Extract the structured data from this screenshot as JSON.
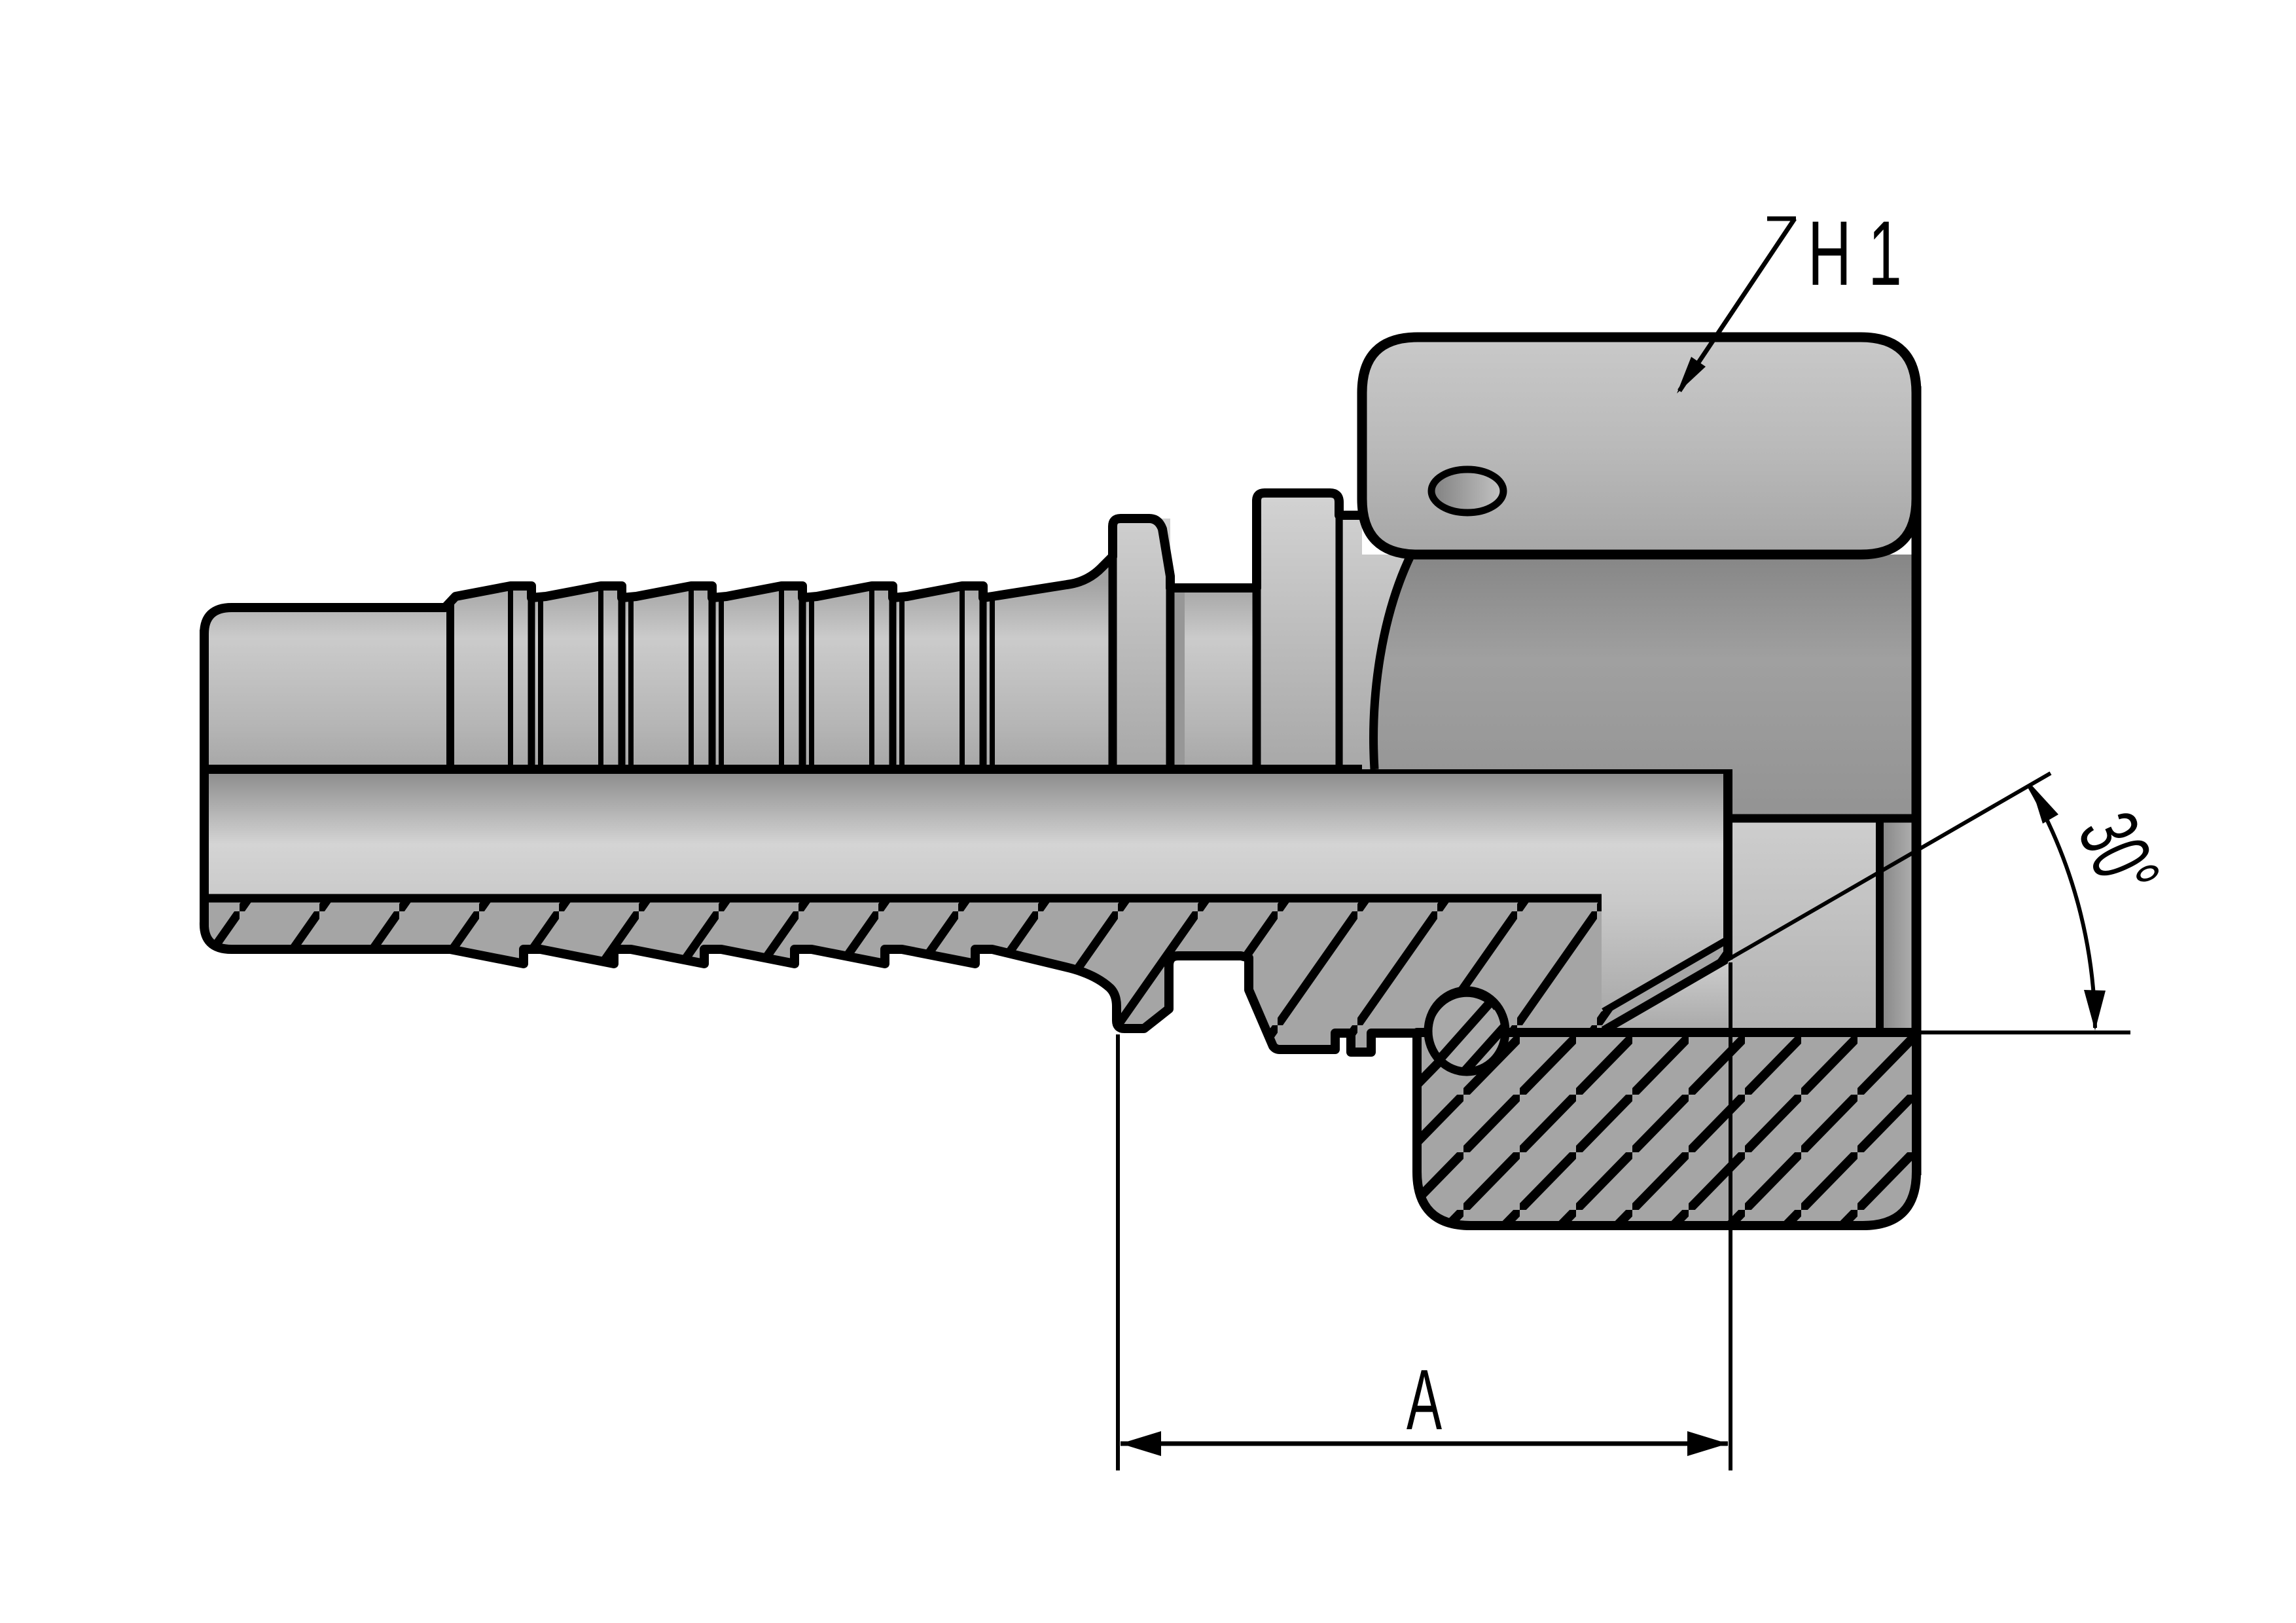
{
  "drawing": {
    "type": "technical-section-drawing",
    "subject": "hose insert fitting with female swivel nut, half-section view",
    "labels": {
      "nut_callout": "H 1",
      "length_dimension": "A",
      "seat_angle": "30°"
    },
    "annotations": {
      "leader": "points from H 1 text to nut outer face",
      "angle_dimension": "arc with arrows between 30° inclined seat line and horizontal axis line",
      "linear_dimension": "A measured between shoulder groove and nut seat face"
    },
    "colors": {
      "ink": "#000000",
      "body_gray": "#b5b5b5",
      "bore_highlight": "#d3d3d3",
      "nut_body_gray": "#949494",
      "hatch_gray": "#a5a5a5",
      "background": "#ffffff"
    }
  }
}
